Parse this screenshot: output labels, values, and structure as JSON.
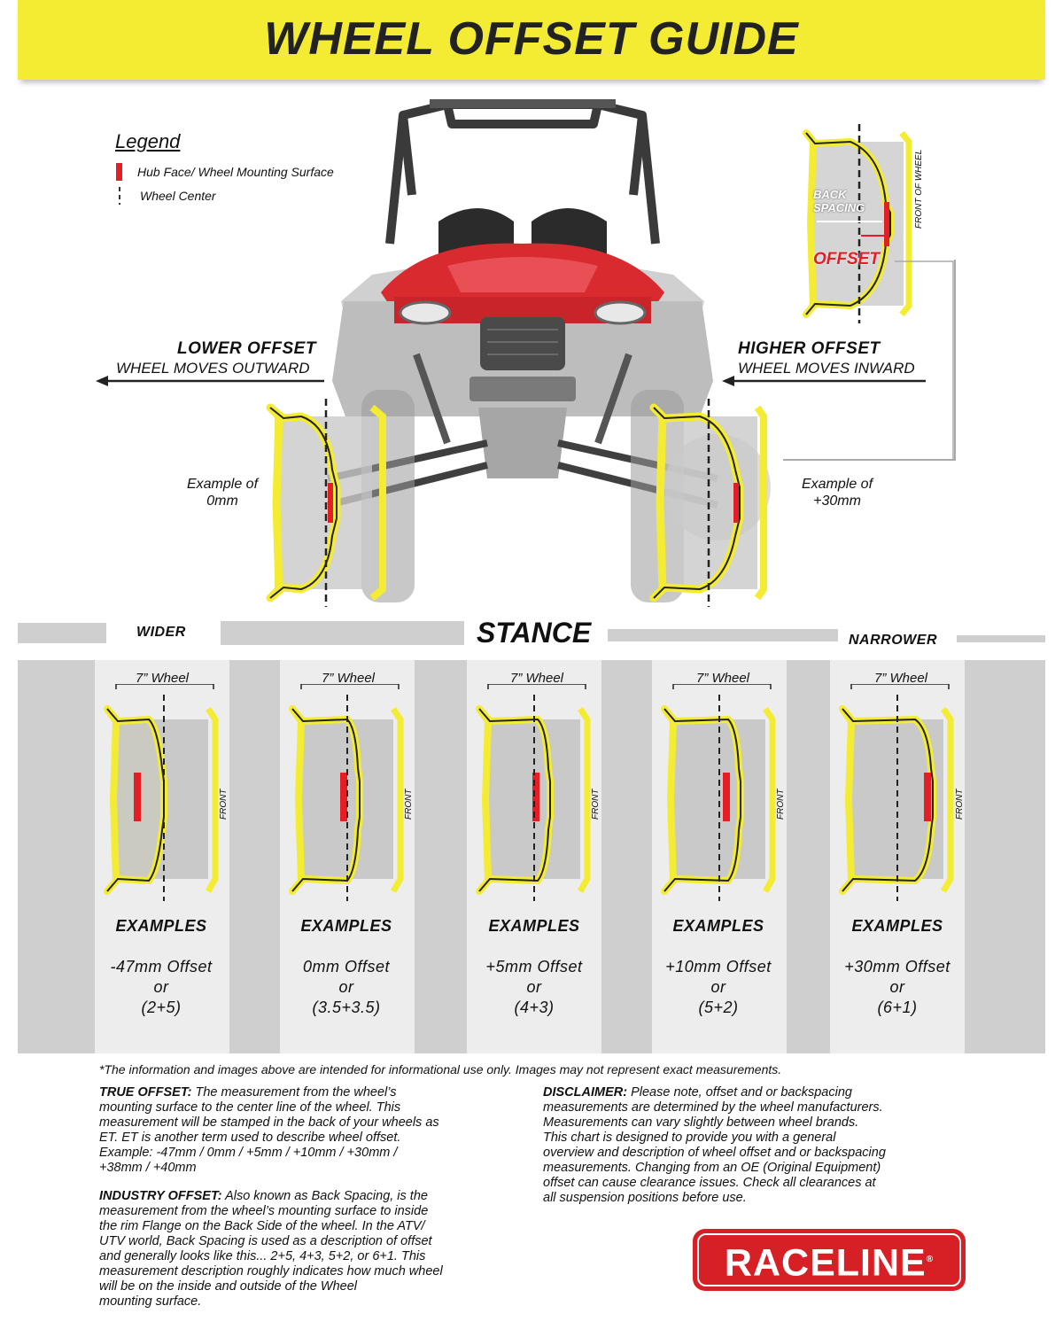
{
  "title": "WHEEL OFFSET GUIDE",
  "legend": {
    "title": "Legend",
    "items": [
      {
        "label": "Hub Face/ Wheel Mounting Surface",
        "color": "#e31e24"
      },
      {
        "label": "Wheel Center"
      }
    ]
  },
  "colors": {
    "banner": "#f4ec33",
    "wheel_face": "#f4ec33",
    "hub": "#e31e24",
    "vehicle_body": "#d92a2f",
    "logo": "#d71f26"
  },
  "lower_offset": {
    "title": "LOWER OFFSET",
    "subtitle": "WHEEL MOVES OUTWARD",
    "example": [
      "Example of",
      "0mm"
    ]
  },
  "higher_offset": {
    "title": "HIGHER OFFSET",
    "subtitle": "WHEEL MOVES INWARD",
    "example": [
      "Example of",
      "+30mm"
    ]
  },
  "detail": {
    "back_spacing": [
      "BACK",
      "SPACING"
    ],
    "offset": "OFFSET",
    "front_of_wheel": "FRONT OF WHEEL"
  },
  "stance": {
    "title": "STANCE",
    "wider": "WIDER",
    "narrower": "NARROWER"
  },
  "wheels": [
    {
      "size": "7” Wheel",
      "front": "FRONT",
      "examples": "EXAMPLES",
      "offset": "-47mm Offset",
      "or": "or",
      "spacing": "(2+5)"
    },
    {
      "size": "7” Wheel",
      "front": "FRONT",
      "examples": "EXAMPLES",
      "offset": "0mm Offset",
      "or": "or",
      "spacing": "(3.5+3.5)"
    },
    {
      "size": "7” Wheel",
      "front": "FRONT",
      "examples": "EXAMPLES",
      "offset": "+5mm Offset",
      "or": "or",
      "spacing": "(4+3)"
    },
    {
      "size": "7” Wheel",
      "front": "FRONT",
      "examples": "EXAMPLES",
      "offset": "+10mm Offset",
      "or": "or",
      "spacing": "(5+2)"
    },
    {
      "size": "7” Wheel",
      "front": "FRONT",
      "examples": "EXAMPLES",
      "offset": "+30mm Offset",
      "or": "or",
      "spacing": "(6+1)"
    }
  ],
  "footnote": "*The information and images above are intended for informational use only. Images may not represent exact measurements.",
  "true_offset": {
    "heading": "TRUE OFFSET:",
    "lines": [
      " The measurement from the wheel’s",
      "mounting surface to the center line of the wheel. This",
      "measurement will be stamped in the back of your wheels as",
      "ET. ET is another term used to describe wheel offset.",
      "Example: -47mm / 0mm / +5mm / +10mm / +30mm /",
      "+38mm / +40mm"
    ]
  },
  "industry_offset": {
    "heading": "INDUSTRY OFFSET:",
    "lines": [
      " Also known as Back Spacing, is the",
      "measurement from the wheel’s mounting surface to inside",
      "the rim Flange on the Back Side of the wheel. In the ATV/",
      "UTV world, Back Spacing is used as a description of offset",
      "and generally looks like this... 2+5, 4+3, 5+2, or 6+1. This",
      "measurement description roughly indicates how much wheel",
      "will be on the inside and outside of the Wheel",
      "mounting surface."
    ]
  },
  "disclaimer": {
    "heading": "DISCLAIMER:",
    "lines": [
      " Please note, offset and or backspacing",
      "measurements are determined by the wheel manufacturers.",
      "Measurements can vary slightly between wheel brands.",
      "This chart is designed to provide you with a general",
      "overview and description of wheel offset and or backspacing",
      "measurements. Changing from an OE (Original Equipment)",
      "offset can cause clearance issues. Check all clearances at",
      "all suspension positions before use."
    ]
  },
  "logo": {
    "text": "RACELINE",
    "mark": "®"
  }
}
